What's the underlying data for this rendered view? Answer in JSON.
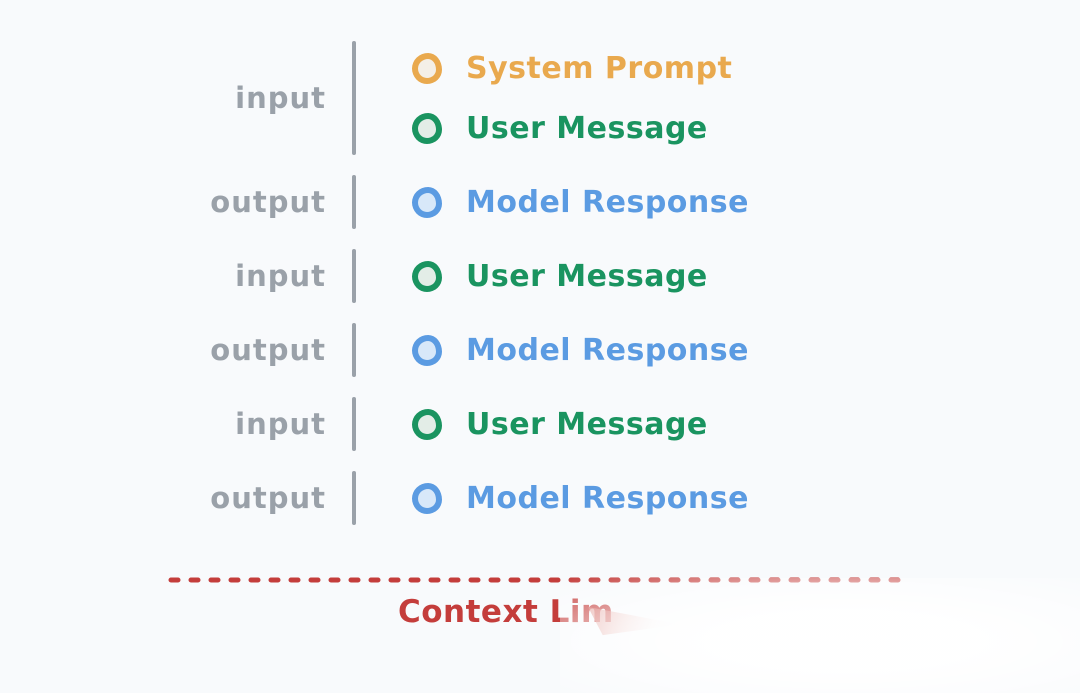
{
  "colors": {
    "bg": "#F8FAFC",
    "gray": "#9AA1A9",
    "orange": "#E9A94E",
    "orange-fill": "#F4EFE7",
    "green": "#1A9460",
    "green-fill": "#E3EDE7",
    "blue": "#5B9BE2",
    "blue-fill": "#D8E8F9",
    "red": "#C43D3B"
  },
  "groups": [
    {
      "label": "input",
      "items": [
        {
          "text": "System Prompt",
          "color": "orange"
        },
        {
          "text": "User Message",
          "color": "green"
        }
      ]
    },
    {
      "label": "output",
      "items": [
        {
          "text": "Model Response",
          "color": "blue"
        }
      ]
    },
    {
      "label": "input",
      "items": [
        {
          "text": "User Message",
          "color": "green"
        }
      ]
    },
    {
      "label": "output",
      "items": [
        {
          "text": "Model Response",
          "color": "blue"
        }
      ]
    },
    {
      "label": "input",
      "items": [
        {
          "text": "User Message",
          "color": "green"
        }
      ]
    },
    {
      "label": "output",
      "items": [
        {
          "text": "Model Response",
          "color": "blue"
        }
      ]
    }
  ],
  "footer": {
    "label": "Context Lim"
  }
}
